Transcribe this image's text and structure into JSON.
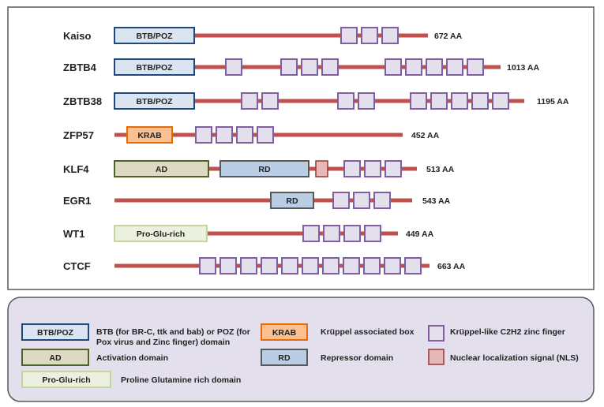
{
  "proteins": [
    {
      "name": "Kaiso",
      "length_label": "672 AA",
      "domains": [
        {
          "type": "btb",
          "label": "BTB/POZ"
        }
      ]
    },
    {
      "name": "ZBTB4",
      "length_label": "1013 AA",
      "domains": [
        {
          "type": "btb",
          "label": "BTB/POZ"
        }
      ]
    },
    {
      "name": "ZBTB38",
      "length_label": "1195 AA",
      "domains": [
        {
          "type": "btb",
          "label": "BTB/POZ"
        }
      ]
    },
    {
      "name": "ZFP57",
      "length_label": "452 AA",
      "domains": [
        {
          "type": "krab",
          "label": "KRAB"
        }
      ]
    },
    {
      "name": "KLF4",
      "length_label": "513 AA",
      "domains": [
        {
          "type": "ad",
          "label": "AD"
        },
        {
          "type": "rd",
          "label": "RD"
        }
      ]
    },
    {
      "name": "EGR1",
      "length_label": "543 AA",
      "domains": [
        {
          "type": "rd",
          "label": "RD"
        }
      ]
    },
    {
      "name": "WT1",
      "length_label": "449 AA",
      "domains": [
        {
          "type": "proglu",
          "label": "Pro-Glu-rich"
        }
      ]
    },
    {
      "name": "CTCF",
      "length_label": "663 AA",
      "domains": []
    }
  ],
  "legend": {
    "btb": {
      "key": "BTB/POZ",
      "description_line1": "BTB (for BR-C, ttk and bab) or POZ (for",
      "description_line2": "Pox virus and Zinc finger) domain"
    },
    "ad": {
      "key": "AD",
      "description": "Activation domain"
    },
    "proglu": {
      "key": "Pro-Glu-rich",
      "description": "Proline Glutamine rich domain"
    },
    "krab": {
      "key": "KRAB",
      "description": "Krüppel associated box"
    },
    "rd": {
      "key": "RD",
      "description": "Repressor domain"
    },
    "zf": {
      "description": "Krüppel-like C2H2 zinc finger"
    },
    "nls": {
      "description": "Nuclear localization signal (NLS)"
    }
  },
  "colors": {
    "backbone": "#c0504d",
    "btb_fill": "#dbe5f1",
    "btb_stroke": "#1f497d",
    "krab_fill": "#fac090",
    "krab_stroke": "#e36c09",
    "ad_fill": "#ddd9c3",
    "ad_stroke": "#4f6228",
    "rd_fill": "#b9cde5",
    "rd_stroke": "#595959",
    "proglu_fill": "#ebf1de",
    "proglu_stroke": "#c3d69b",
    "zf_fill": "#e4dfec",
    "zf_stroke": "#7f5fa0",
    "nls_fill": "#e6b9b8",
    "nls_stroke": "#953735",
    "legend_bg": "#e4dfec"
  }
}
